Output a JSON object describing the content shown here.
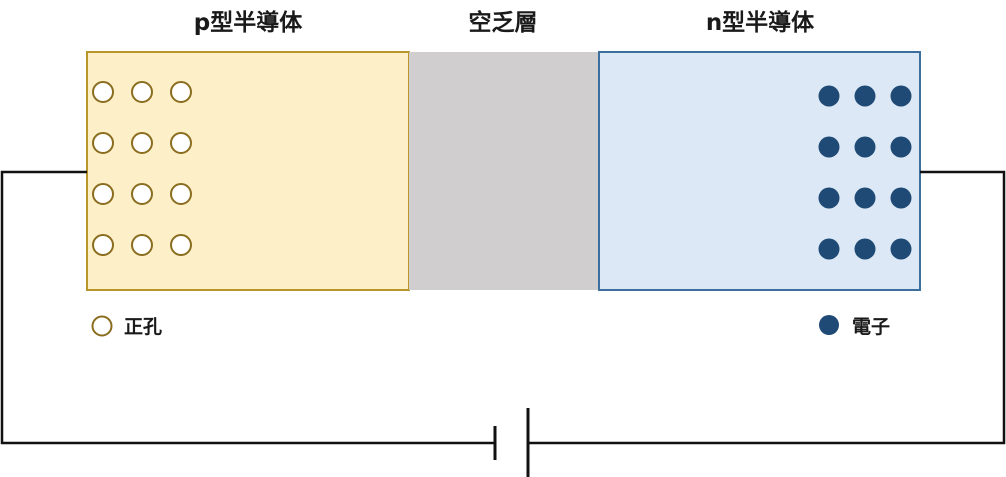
{
  "labels": {
    "p_region": "p型半導体",
    "depletion": "空乏層",
    "n_region": "n型半導体"
  },
  "legend": {
    "hole": "正孔",
    "electron": "電子"
  },
  "carriers": {
    "holes": {
      "rows": 4,
      "cols": 3
    },
    "electrons": {
      "rows": 4,
      "cols": 3
    }
  },
  "colors": {
    "p_fill": "#fdf0c8",
    "p_stroke": "#b8962a",
    "depletion_fill": "#d0cece",
    "n_fill": "#dce8f5",
    "n_stroke": "#3a6f9e",
    "hole_stroke": "#8a6d1e",
    "electron_fill": "#1f4a75",
    "wire": "#111111"
  }
}
